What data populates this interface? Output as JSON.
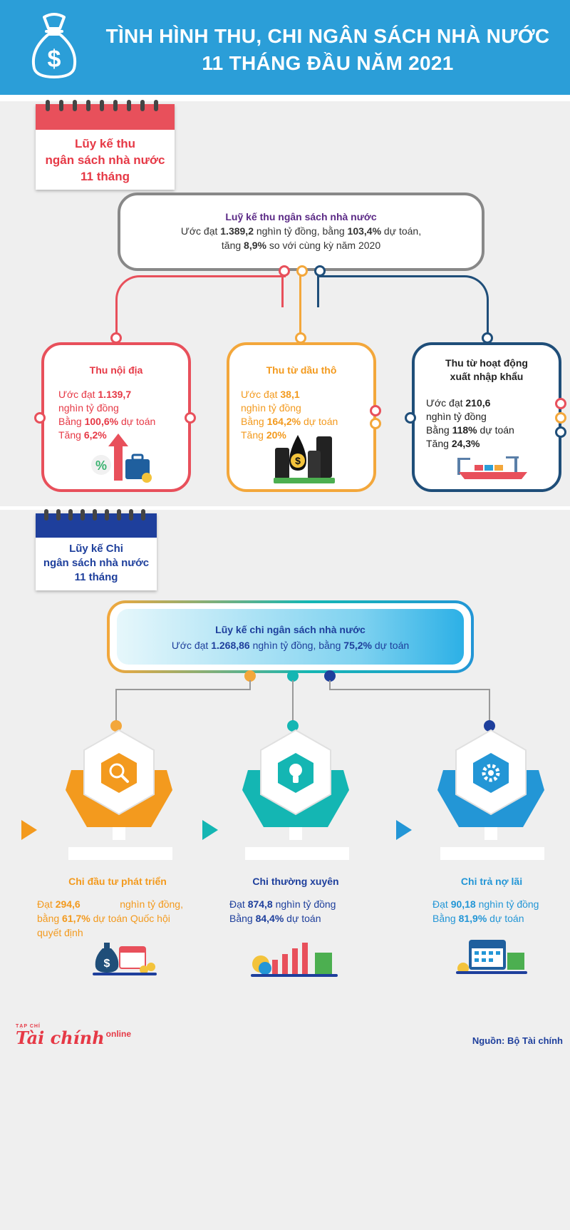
{
  "header": {
    "title_line1": "TÌNH HÌNH THU, CHI NGÂN SÁCH NHÀ NƯỚC",
    "title_line2": "11 THÁNG ĐẦU NĂM 2021",
    "icon": "money-bag-icon"
  },
  "revenue": {
    "calendar": {
      "line1": "Lũy kế thu",
      "line2": "ngân sách nhà nước",
      "line3": "11 tháng"
    },
    "summary": {
      "title": "Luỹ kế thu ngân sách nhà nước",
      "l1_pre": "Ước đạt ",
      "l1_v1": "1.389,2",
      "l1_mid": " nghìn tỷ đồng, bằng ",
      "l1_v2": "103,4%",
      "l1_post": " dự toán,",
      "l2_pre": "tăng ",
      "l2_v": "8,9%",
      "l2_post": " so với cùng kỳ năm 2020"
    },
    "cards": [
      {
        "title": "Thu nội địa",
        "l1_pre": "Ước đạt ",
        "l1_v": "1.139,7",
        "l2": "nghìn tỷ đồng",
        "l3_pre": "Bằng ",
        "l3_v": "100,6%",
        "l3_post": " dự toán",
        "l4_pre": "Tăng ",
        "l4_v": "6,2%",
        "color": "#e8505b"
      },
      {
        "title": "Thu từ dầu thô",
        "l1_pre": "Ước đạt ",
        "l1_v": "38,1",
        "l2": "nghìn tỷ đồng",
        "l3_pre": "Bằng ",
        "l3_v": "164,2%",
        "l3_post": " dự toán",
        "l4_pre": "Tăng ",
        "l4_v": "20%",
        "color": "#f3a73b"
      },
      {
        "title_line1": "Thu từ hoạt động",
        "title_line2": "xuất nhập khẩu",
        "l1_pre": "Ước đạt ",
        "l1_v": "210,6",
        "l2": "nghìn tỷ đồng",
        "l3_pre": "Bằng ",
        "l3_v": "118%",
        "l3_post": " dự toán",
        "l4_pre": "Tăng ",
        "l4_v": "24,3%",
        "color": "#1f4e79"
      }
    ]
  },
  "expenditure": {
    "calendar": {
      "line1": "Lũy kế Chi",
      "line2": "ngân sách nhà nước",
      "line3": "11 tháng"
    },
    "summary": {
      "title": "Lũy kế chi ngân sách nhà nước",
      "l1_pre": "Ước đạt ",
      "l1_v1": "1.268,86",
      "l1_mid": " nghìn tỷ đồng, bằng ",
      "l1_v2": "75,2%",
      "l1_post": " dự toán"
    },
    "items": [
      {
        "title": "Chi đầu tư phát triển",
        "l1_pre": "Đạt ",
        "l1_v": "294,6",
        "l1_post": " nghìn tỷ đồng,",
        "l2_pre": "bằng ",
        "l2_v": "61,7%",
        "l2_post": " dự toán Quốc hội",
        "l3": "quyết định",
        "icon": "magnifier-icon",
        "color": "#f39a1e"
      },
      {
        "title": "Chi thường xuyên",
        "l1_pre": "Đạt ",
        "l1_v": "874,8",
        "l1_post": " nghìn tỷ đồng",
        "l2_pre": "Bằng ",
        "l2_v": "84,4%",
        "l2_post": " dự toán",
        "icon": "lightbulb-icon",
        "color": "#14b6b3"
      },
      {
        "title": "Chi trả nợ lãi",
        "l1_pre": "Đạt ",
        "l1_v": "90,18",
        "l1_post": " nghìn tỷ đồng",
        "l2_pre": "Bằng ",
        "l2_v": "81,9%",
        "l2_post": " dự toán",
        "icon": "gear-icon",
        "color": "#2396d6"
      }
    ]
  },
  "footer": {
    "logo_small": "TẠP CHÍ",
    "logo_main": "Tài chính",
    "logo_online": "online",
    "source_label": "Nguồn: ",
    "source_value": "Bộ Tài chính"
  }
}
